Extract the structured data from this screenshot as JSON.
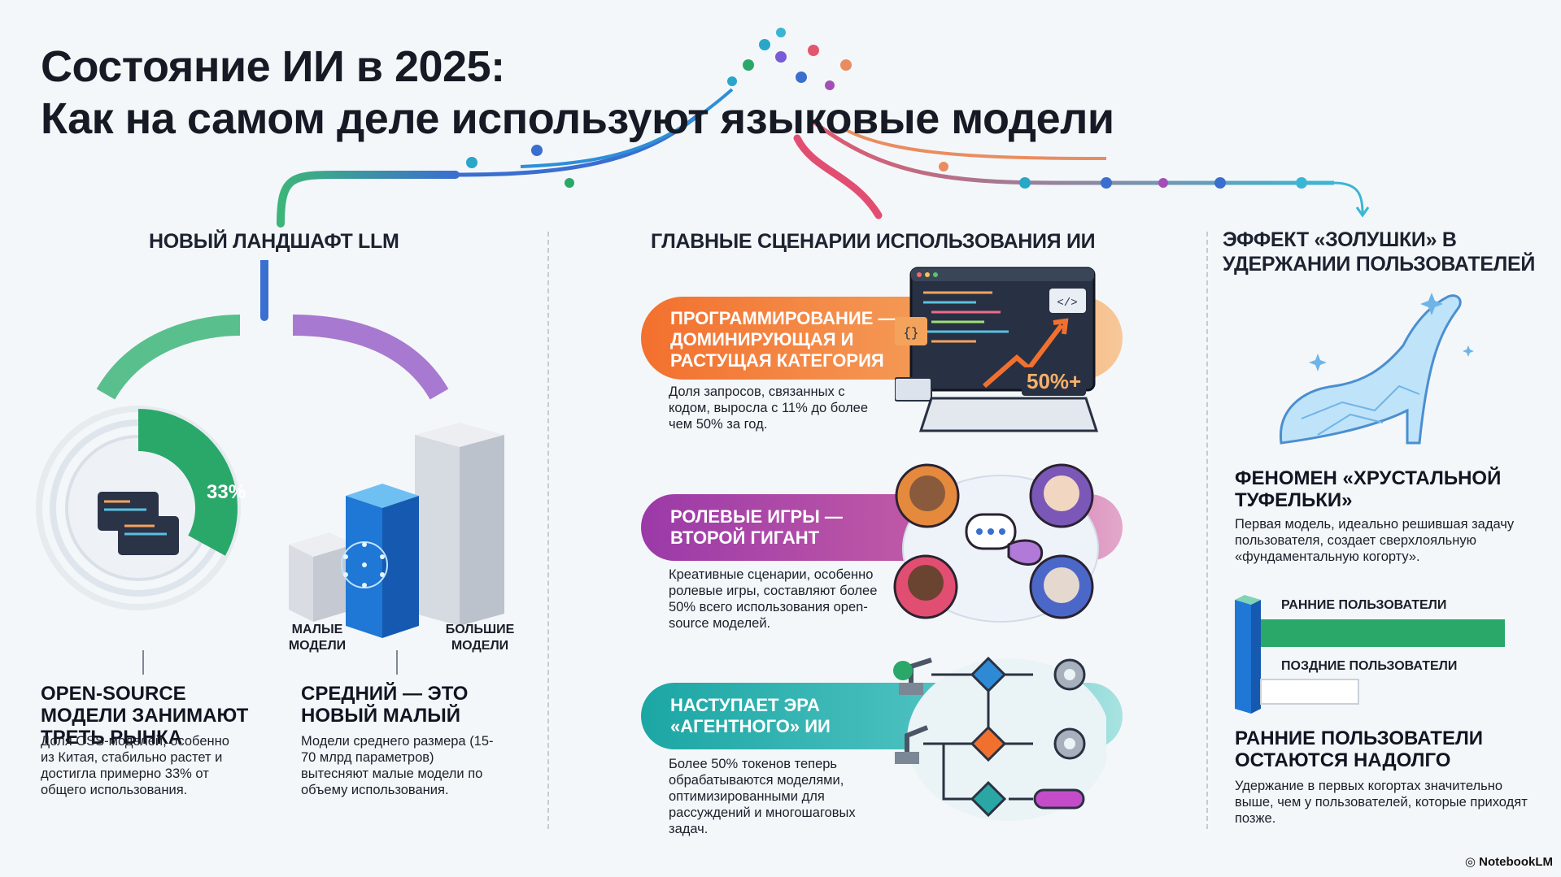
{
  "title": {
    "line1": "Состояние ИИ в 2025:",
    "line2": "Как на самом деле используют языковые модели"
  },
  "left": {
    "heading": "НОВЫЙ ЛАНДШАФТ LLM",
    "share_label": "33%",
    "share_value": 0.33,
    "small_models": "МАЛЫЕ МОДЕЛИ",
    "large_models": "БОЛЬШИЕ МОДЕЛИ",
    "oss": {
      "title": "OPEN-SOURCE МОДЕЛИ ЗАНИМАЮТ ТРЕТЬ РЫНКА",
      "text": "Доля OSS-моделей, особенно из Китая, стабильно растет и достигла примерно 33% от общего использования."
    },
    "medium": {
      "title": "СРЕДНИЙ — ЭТО НОВЫЙ МАЛЫЙ",
      "text": "Модели среднего размера (15-70 млрд параметров) вытесняют малые модели по объему использования."
    }
  },
  "middle": {
    "heading": "ГЛАВНЫЕ СЦЕНАРИИ ИСПОЛЬЗОВАНИЯ ИИ",
    "coding": {
      "title": "ПРОГРАММИРОВАНИЕ — ДОМИНИРУЮЩАЯ И РАСТУЩАЯ КАТЕГОРИЯ",
      "text": "Доля запросов, связанных с кодом, выросла с 11% до более чем 50% за год.",
      "badge": "50%+"
    },
    "roleplay": {
      "title": "РОЛЕВЫЕ ИГРЫ — ВТОРОЙ ГИГАНТ",
      "text": "Креативные сценарии, особенно ролевые игры, составляют более 50% всего использования open-source моделей."
    },
    "agentic": {
      "title": "НАСТУПАЕТ ЭРА «АГЕНТНОГО» ИИ",
      "text": "Более 50% токенов теперь обрабатываются моделями, оптимизированными для рассуждений и многошаговых задач."
    }
  },
  "right": {
    "heading": "ЭФФЕКТ «ЗОЛУШКИ» В УДЕРЖАНИИ ПОЛЬЗОВАТЕЛЕЙ",
    "slipper": {
      "title": "ФЕНОМЕН «ХРУСТАЛЬНОЙ ТУФЕЛЬКИ»",
      "text": "Первая модель, идеально решившая задачу пользователя, создает сверхлояльную «фундаментальную когорту»."
    },
    "bars": [
      {
        "label": "РАННИЕ ПОЛЬЗОВАТЕЛИ",
        "value": 1.0
      },
      {
        "label": "ПОЗДНИЕ ПОЛЬЗОВАТЕЛИ",
        "value": 0.4
      }
    ],
    "retention": {
      "title": "РАННИЕ ПОЛЬЗОВАТЕЛИ ОСТАЮТСЯ НАДОЛГО",
      "text": "Удержание в первых когортах значительно выше, чем у пользователей, которые приходят позже."
    }
  },
  "footer": "NotebookLM",
  "colors": {
    "green": "#2aa86a",
    "blue": "#1f77d6",
    "orange": "#f3702e",
    "purple": "#9b3aa8",
    "teal": "#1ba6a4"
  }
}
